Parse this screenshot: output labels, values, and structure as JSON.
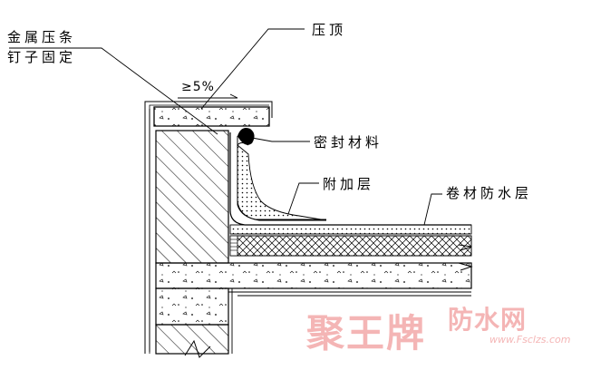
{
  "labels": {
    "metal_strip_line1": "金属压条",
    "metal_strip_line2": "钉子固定",
    "coping": "压顶",
    "slope": "≥5%",
    "sealant": "密封材料",
    "additional_layer": "附加层",
    "membrane_layer": "卷材防水层"
  },
  "watermark": {
    "brand": "聚王牌",
    "suffix": "防水网",
    "url": "www.Fsclzs.com"
  },
  "colors": {
    "line": "#000000",
    "watermark": "#f3a9a9"
  }
}
